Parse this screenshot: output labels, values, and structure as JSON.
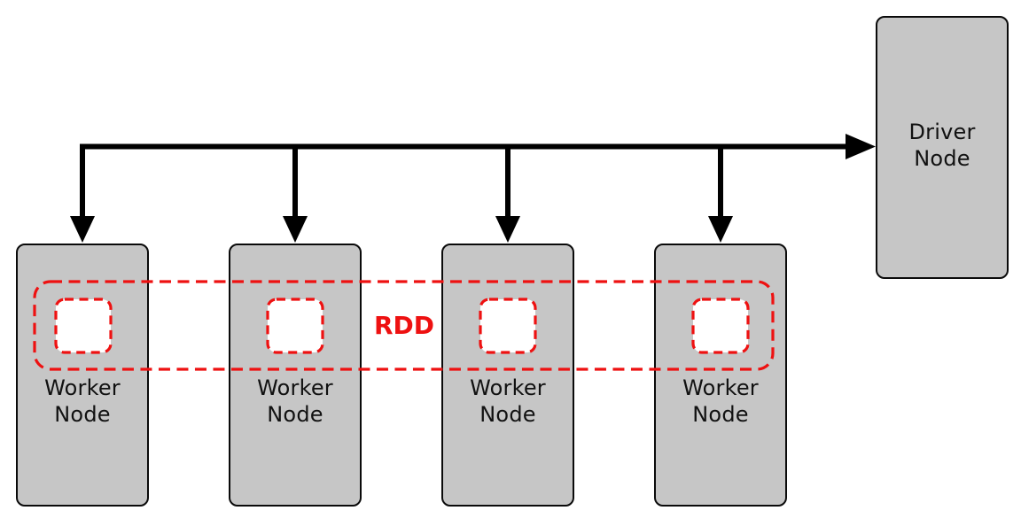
{
  "colors": {
    "node_fill": "#c6c6c6",
    "node_border": "#0a0a0a",
    "arrow_black": "#000000",
    "rdd_red": "#ee1111",
    "partition_fill": "#ffffff",
    "background": "#ffffff"
  },
  "driver_node": {
    "label_line1": "Driver",
    "label_line2": "Node"
  },
  "workers": [
    {
      "label_line1": "Worker",
      "label_line2": "Node"
    },
    {
      "label_line1": "Worker",
      "label_line2": "Node"
    },
    {
      "label_line1": "Worker",
      "label_line2": "Node"
    },
    {
      "label_line1": "Worker",
      "label_line2": "Node"
    }
  ],
  "rdd": {
    "label": "RDD"
  }
}
